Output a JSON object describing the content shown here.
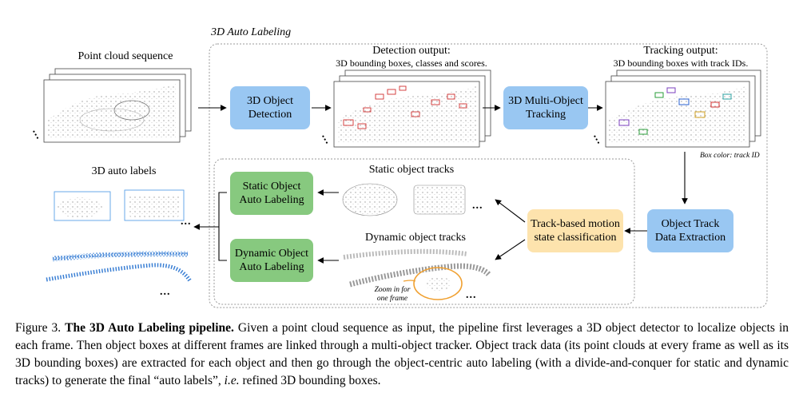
{
  "section_title": "3D Auto Labeling",
  "input_label": "Point cloud sequence",
  "detection_output": {
    "title": "Detection output:",
    "subtitle": "3D bounding boxes, classes and scores."
  },
  "tracking_output": {
    "title": "Tracking output:",
    "subtitle": "3D bounding boxes with track IDs.",
    "note": "Box color: track ID"
  },
  "auto_labels_title": "3D auto labels",
  "static_tracks_label": "Static object tracks",
  "dynamic_tracks_label": "Dynamic object tracks",
  "zoom_note_line1": "Zoom in for",
  "zoom_note_line2": "one frame",
  "ellipsis": "...",
  "boxes": {
    "detection": "3D Object\nDetection",
    "tracking": "3D Multi-Object\nTracking",
    "extraction": "Object Track\nData Extraction",
    "classification": "Track-based motion\nstate classification",
    "static": "Static Object\nAuto Labeling",
    "dynamic": "Dynamic Object\nAuto Labeling"
  },
  "colors": {
    "blue_box": "#99c7f2",
    "green_box": "#87c97f",
    "yellow_box": "#fde3ad",
    "point_blue": "#3a7fd4",
    "zoom_ring": "#f0a030"
  },
  "caption": {
    "prefix": "Figure 3.",
    "bold": "The 3D Auto Labeling pipeline.",
    "body": "Given a point cloud sequence as input, the pipeline first leverages a 3D object detector to localize objects in each frame. Then object boxes at different frames are linked through a multi-object tracker. Object track data (its point clouds at every frame as well as its 3D bounding boxes) are extracted for each object and then go through the object-centric auto labeling (with a divide-and-conquer for static and dynamic tracks) to generate the final “auto labels”,",
    "ie": "i.e.",
    "tail": "refined 3D bounding boxes."
  }
}
